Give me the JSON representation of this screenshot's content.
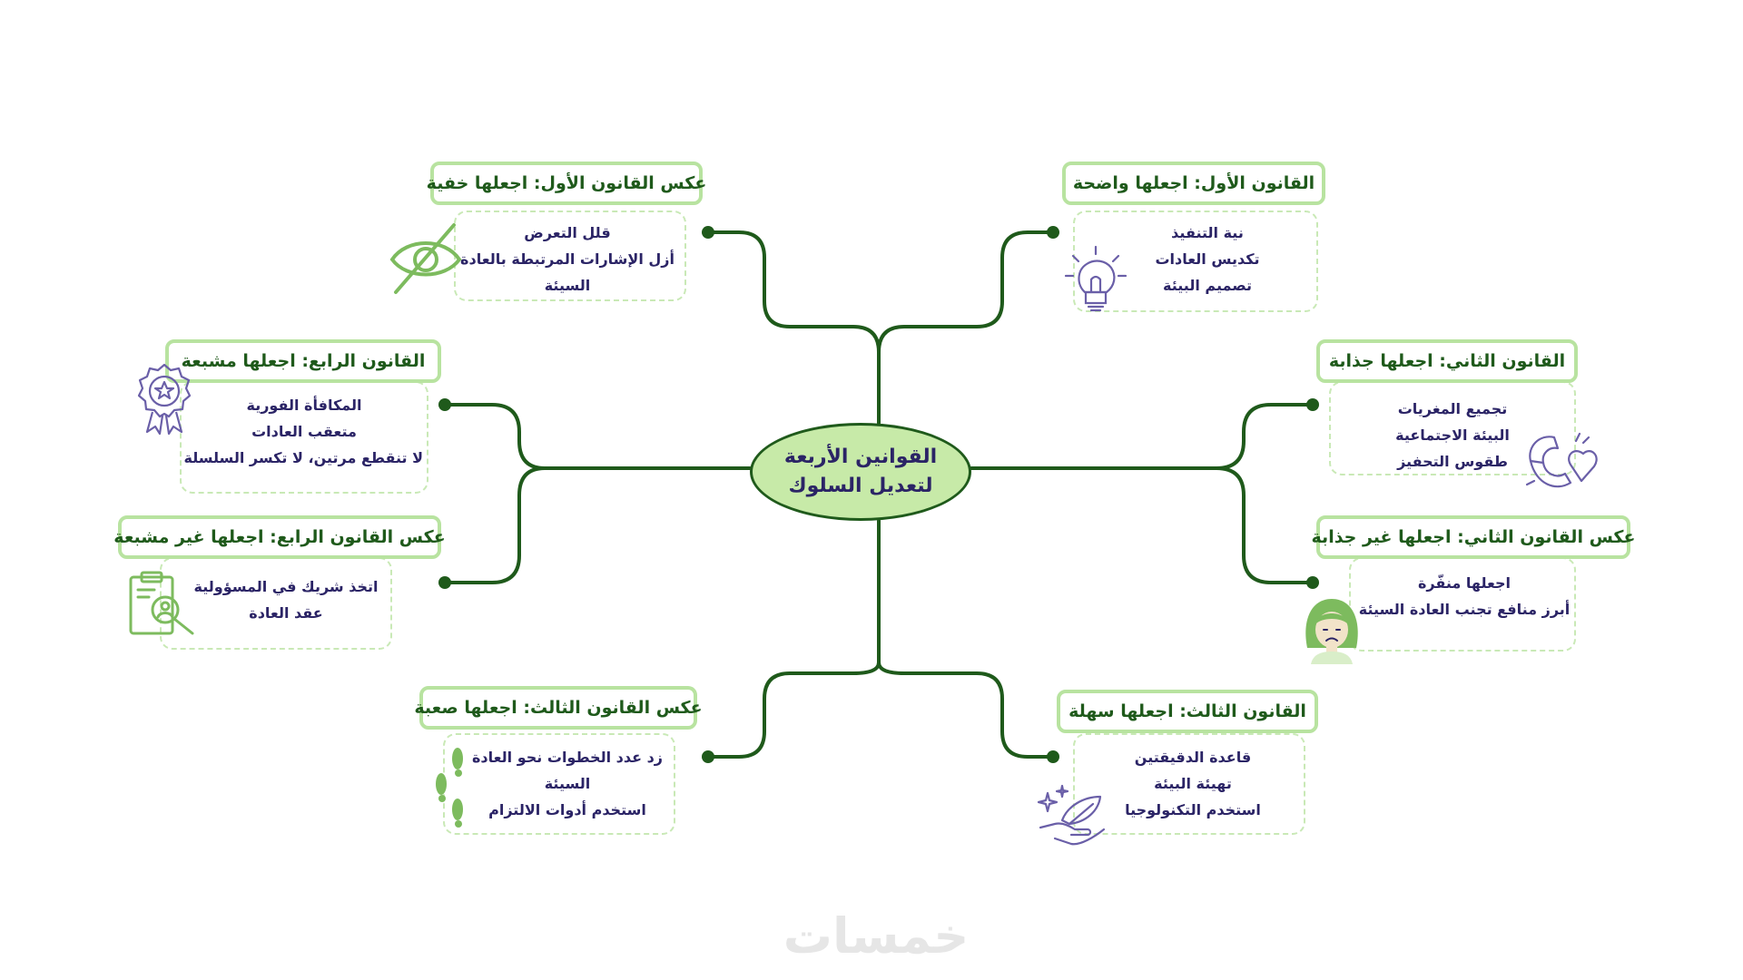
{
  "center": {
    "line1": "القوانين الأربعة",
    "line2": "لتعديل السلوك"
  },
  "laws": {
    "law1": {
      "title": "القانون الأول: اجعلها واضحة",
      "items": [
        "نية التنفيذ",
        "تكديس العادات",
        "تصميم البيئة"
      ]
    },
    "law2": {
      "title": "القانون الثاني: اجعلها جذابة",
      "items": [
        "تجميع المغريات",
        "البيئة الاجتماعية",
        "طقوس التحفيز"
      ]
    },
    "law2_inv": {
      "title": "عكس القانون الثاني: اجعلها غير جذابة",
      "items": [
        "اجعلها منفّرة",
        "أبرز منافع تجنب العادة السيئة"
      ]
    },
    "law3": {
      "title": "القانون الثالث: اجعلها سهلة",
      "items": [
        "قاعدة الدقيقتين",
        "تهيئة البيئة",
        "استخدم التكنولوجيا"
      ]
    },
    "law1_inv": {
      "title": "عكس القانون الأول: اجعلها خفية",
      "items": [
        "قلل التعرض",
        "أزل الإشارات المرتبطة بالعادة",
        "السيئة"
      ]
    },
    "law4": {
      "title": "القانون الرابع: اجعلها مشبعة",
      "items": [
        "المكافأة الفورية",
        "متعقب العادات",
        "لا تنقطع مرتين، لا تكسر السلسلة"
      ]
    },
    "law4_inv": {
      "title": "عكس القانون الرابع: اجعلها غير مشبعة",
      "items": [
        "اتخذ شريك في المسؤولية",
        "عقد العادة"
      ]
    },
    "law3_inv": {
      "title": "عكس القانون الثالث: اجعلها صعبة",
      "items": [
        "زد عدد الخطوات نحو العادة",
        "السيئة",
        "استخدم أدوات الالتزام"
      ]
    }
  },
  "icons": {
    "law1": "lightbulb-icon",
    "law2": "magnet-heart-icon",
    "law2_inv": "sad-girl-icon",
    "law3": "hand-feather-icon",
    "law1_inv": "eye-slash-icon",
    "law4": "award-badge-icon",
    "law4_inv": "clipboard-person-icon",
    "law3_inv": "footsteps-icon"
  },
  "watermark": "خمسات",
  "colors": {
    "title_border": "#b8e3a0",
    "connector": "#1f5a1b",
    "item_text": "#2b2466",
    "center_fill": "#c7eaa8"
  }
}
